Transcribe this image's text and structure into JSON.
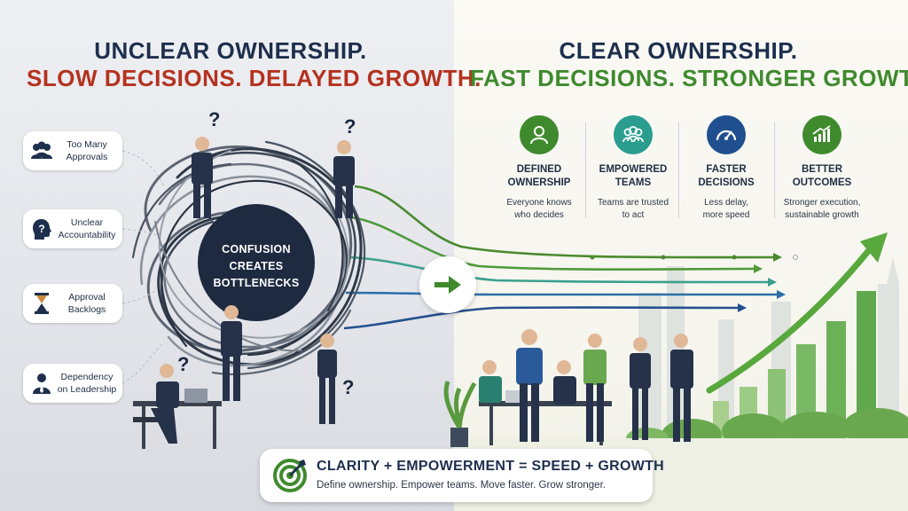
{
  "left": {
    "headline_1": "UNCLEAR OWNERSHIP.",
    "headline_2": "SLOW DECISIONS. DELAYED GROWTH.",
    "issues": [
      {
        "icon": "group-icon",
        "line1": "Too Many",
        "line2": "Approvals"
      },
      {
        "icon": "question-head-icon",
        "line1": "Unclear",
        "line2": "Accountability"
      },
      {
        "icon": "hourglass-icon",
        "line1": "Approval",
        "line2": "Backlogs"
      },
      {
        "icon": "leader-icon",
        "line1": "Dependency",
        "line2": "on Leadership"
      }
    ],
    "center_label_1": "CONFUSION",
    "center_label_2": "CREATES",
    "center_label_3": "BOTTLENECKS",
    "question_mark": "?"
  },
  "right": {
    "headline_1": "CLEAR OWNERSHIP.",
    "headline_2": "FAST DECISIONS. STRONGER GROWTH.",
    "benefits": [
      {
        "icon": "person-icon",
        "color": "#3f8a2d",
        "title_1": "DEFINED",
        "title_2": "OWNERSHIP",
        "desc_1": "Everyone knows",
        "desc_2": "who decides"
      },
      {
        "icon": "team-icon",
        "color": "#2a9d8f",
        "title_1": "EMPOWERED",
        "title_2": "TEAMS",
        "desc_1": "Teams are trusted",
        "desc_2": "to act"
      },
      {
        "icon": "speedometer-icon",
        "color": "#1f4f8f",
        "title_1": "FASTER",
        "title_2": "DECISIONS",
        "desc_1": "Less delay,",
        "desc_2": "more speed"
      },
      {
        "icon": "growth-chart-icon",
        "color": "#3f8a2d",
        "title_1": "BETTER",
        "title_2": "OUTCOMES",
        "desc_1": "Stronger execution,",
        "desc_2": "sustainable growth"
      }
    ]
  },
  "banner": {
    "icon": "target-icon",
    "title": "CLARITY + EMPOWERMENT = SPEED + GROWTH",
    "subtitle": "Define ownership. Empower teams. Move faster. Grow stronger."
  },
  "colors": {
    "navy": "#1d2f4d",
    "red": "#b4321f",
    "green": "#3f8a2d",
    "teal": "#2a9d8f",
    "blue": "#1f4f8f"
  }
}
